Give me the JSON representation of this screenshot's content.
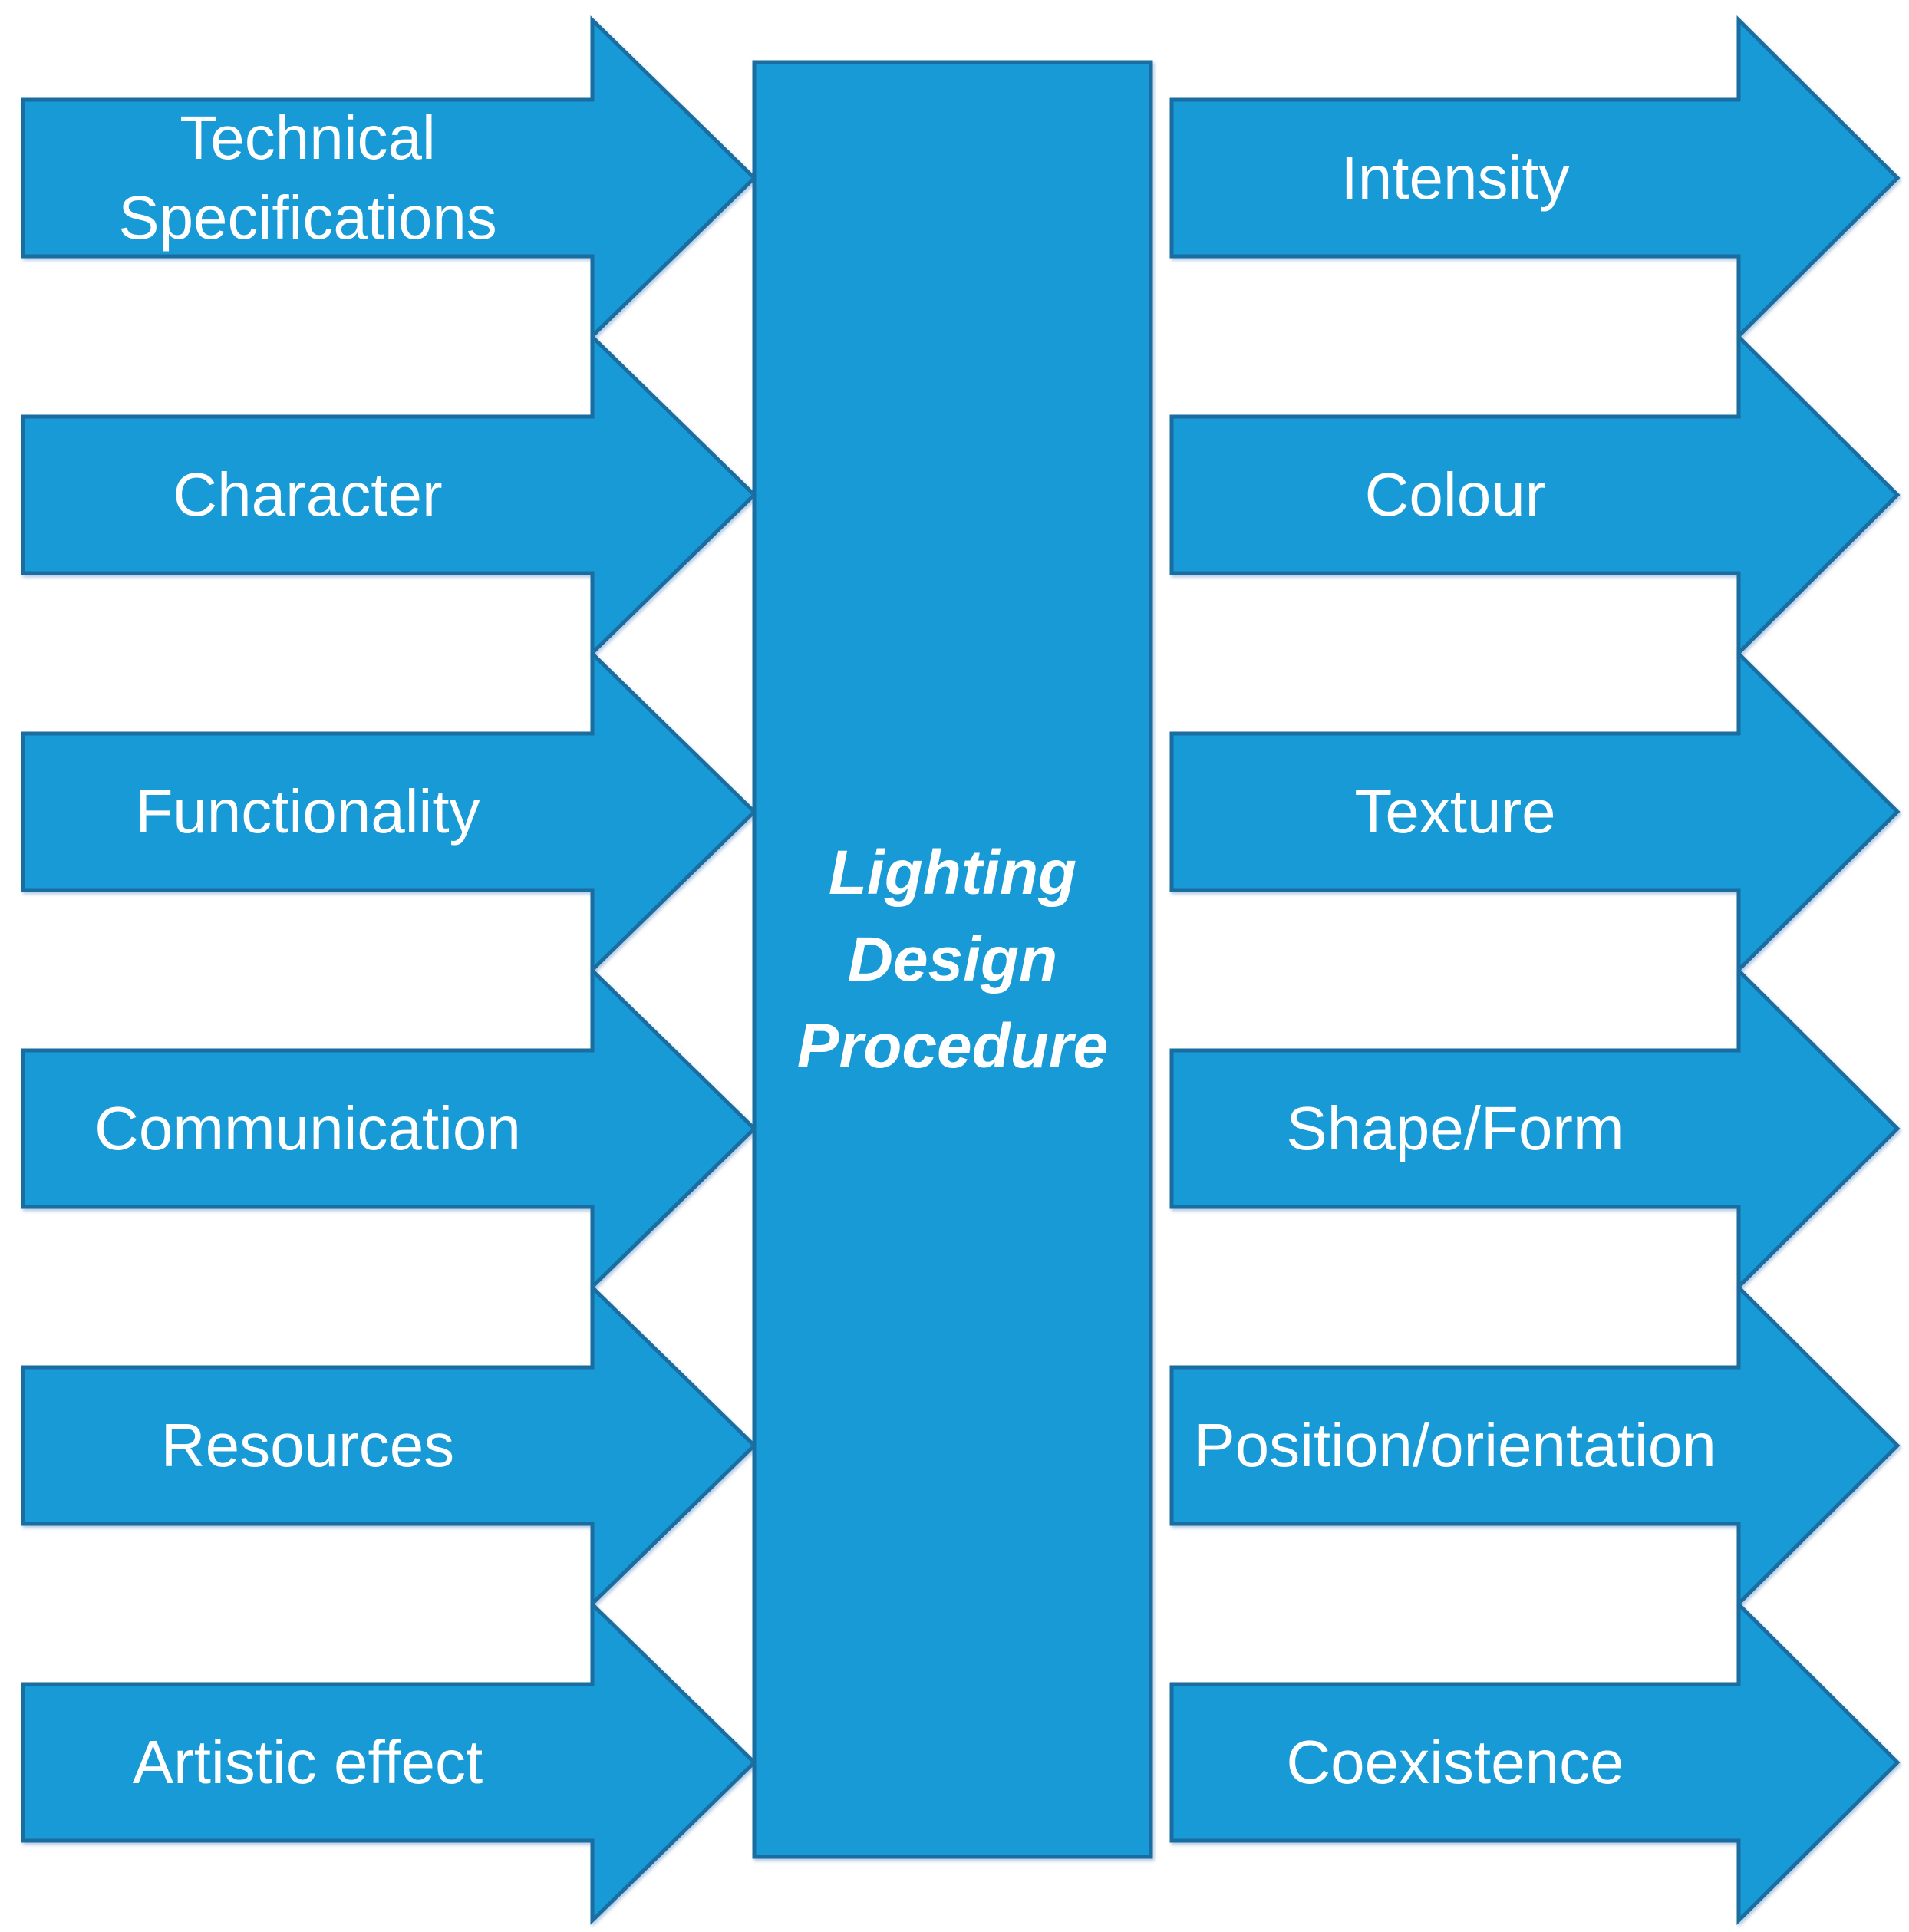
{
  "title": "Lighting Design Procedure diagram",
  "center_box": {
    "label": "Lighting Design Procedure"
  },
  "left_arrows": [
    {
      "label": "Technical Specifications"
    },
    {
      "label": "Character"
    },
    {
      "label": "Functionality"
    },
    {
      "label": "Communication"
    },
    {
      "label": "Resources"
    },
    {
      "label": "Artistic effect"
    }
  ],
  "right_arrows": [
    {
      "label": "Intensity"
    },
    {
      "label": "Colour"
    },
    {
      "label": "Texture"
    },
    {
      "label": "Shape/Form"
    },
    {
      "label": "Position/orientation"
    },
    {
      "label": "Coexistence"
    }
  ],
  "colors": {
    "arrow_fill": "#189ad6",
    "arrow_border": "#1a6da1",
    "text": "#ffffff",
    "background": "#ffffff"
  }
}
